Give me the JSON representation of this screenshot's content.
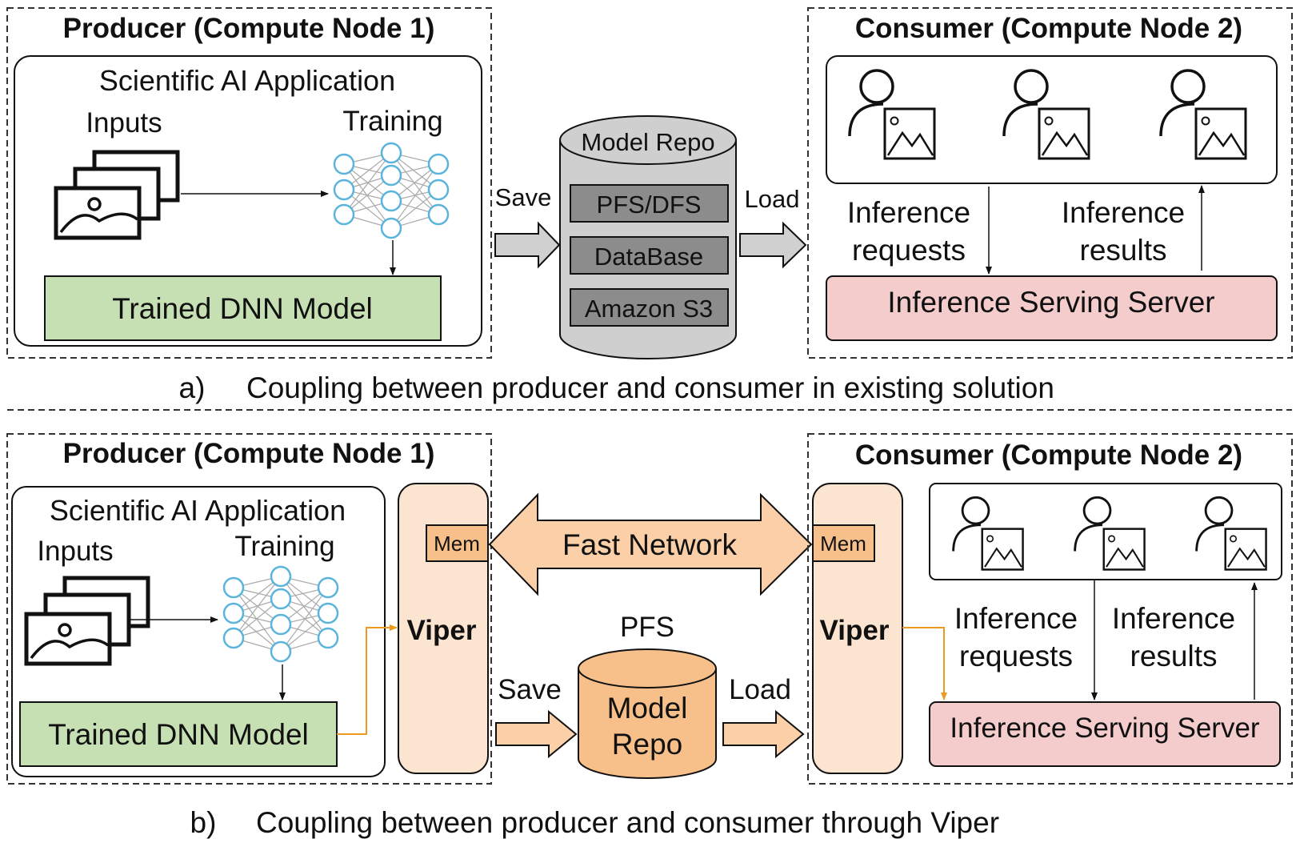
{
  "panel_a": {
    "producer_title": "Producer (Compute Node 1)",
    "app_title": "Scientific AI Application",
    "inputs_label": "Inputs",
    "training_label": "Training",
    "trained_model": "Trained DNN Model",
    "save_label": "Save",
    "load_label": "Load",
    "repo_title": "Model Repo",
    "repo_items": [
      "PFS/DFS",
      "DataBase",
      "Amazon S3"
    ],
    "consumer_title": "Consumer (Compute Node 2)",
    "requests_label": [
      "Inference",
      "requests"
    ],
    "results_label": [
      "Inference",
      "results"
    ],
    "server_label": "Inference Serving Server",
    "caption_letter": "a)",
    "caption": "Coupling between producer and consumer in existing solution"
  },
  "panel_b": {
    "producer_title": "Producer (Compute Node 1)",
    "app_title": "Scientific AI Application",
    "inputs_label": "Inputs",
    "training_label": "Training",
    "trained_model": "Trained DNN Model",
    "viper_left": "Viper",
    "mem_left": "Mem",
    "network_label": "Fast Network",
    "pfs_label": "PFS",
    "repo_lines": [
      "Model",
      "Repo"
    ],
    "save_label": "Save",
    "load_label": "Load",
    "viper_right": "Viper",
    "mem_right": "Mem",
    "consumer_title": "Consumer (Compute Node 2)",
    "requests_label": [
      "Inference",
      "requests"
    ],
    "results_label": [
      "Inference",
      "results"
    ],
    "server_label": "Inference Serving Server",
    "caption_letter": "b)",
    "caption": "Coupling between producer and consumer through Viper"
  },
  "colors": {
    "green": "#c6e0b4",
    "pink": "#f4cccc",
    "orange_light": "#fbe5d0",
    "orange": "#f7c08a",
    "orange_dark": "#f0a050",
    "gray_db": "#cfcfcf",
    "gray_item": "#8c8c8c",
    "net_blue": "#5ab4dc",
    "orange_line": "#ee9a22"
  }
}
